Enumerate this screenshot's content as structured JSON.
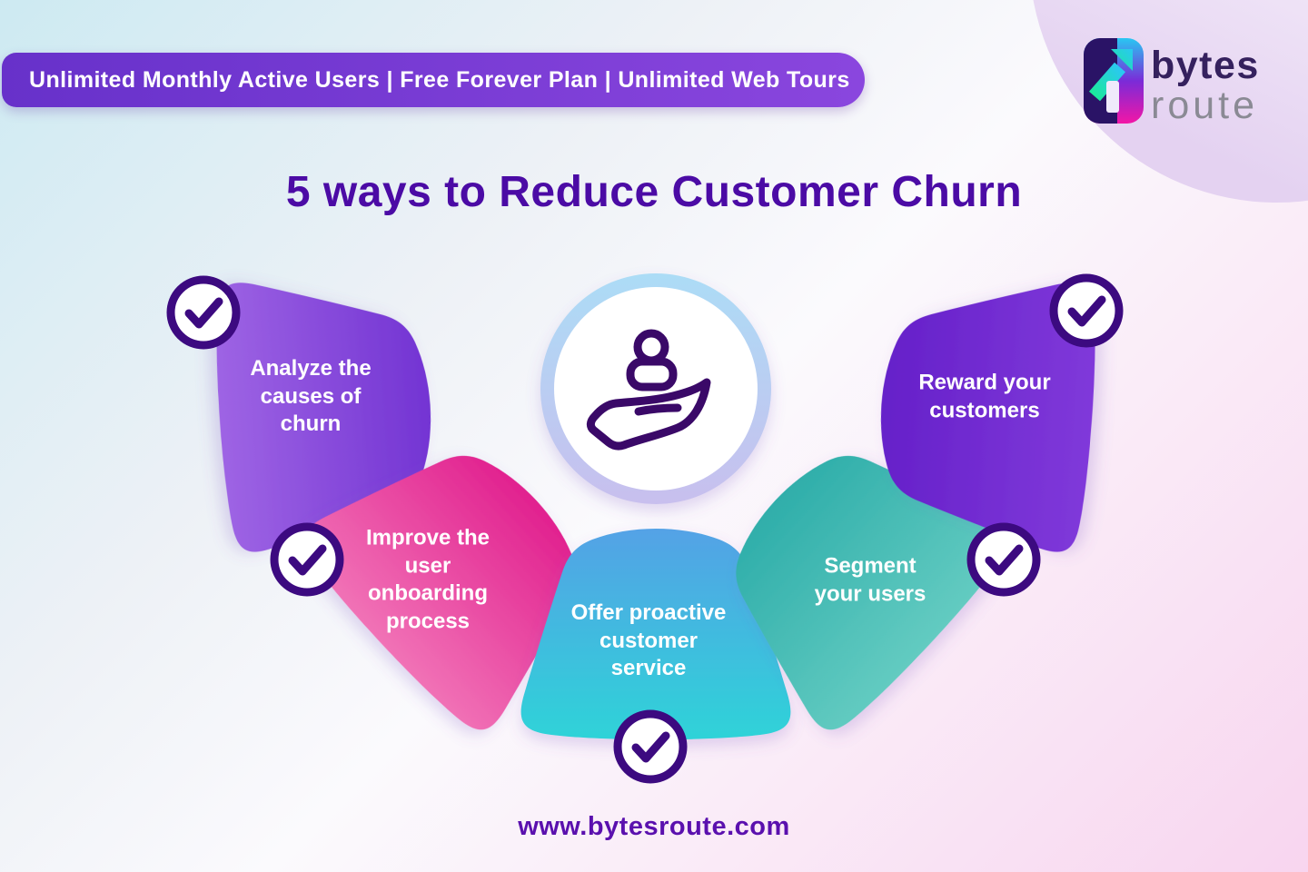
{
  "banner": {
    "text": "Unlimited Monthly Active Users | Free Forever Plan | Unlimited Web Tours"
  },
  "logo": {
    "word_top": "bytes",
    "word_bottom": "route"
  },
  "title": "5 ways to Reduce Customer Churn",
  "center": {
    "icon": "hand-holding-person"
  },
  "steps": [
    {
      "id": 1,
      "label": "Analyze the\ncauses of\nchurn",
      "color_inner": "#7334D3",
      "color_outer": "#9E64E4"
    },
    {
      "id": 2,
      "label": "Improve the\nuser\nonboarding\nprocess",
      "color_inner": "#E1218F",
      "color_outer": "#F172B6"
    },
    {
      "id": 3,
      "label": "Offer proactive\ncustomer\nservice",
      "color_inner": "#54A2E6",
      "color_outer": "#2ED3D8"
    },
    {
      "id": 4,
      "label": "Segment\nyour users",
      "color_inner": "#2FAEAA",
      "color_outer": "#63CBC1"
    },
    {
      "id": 5,
      "label": "Reward your\ncustomers",
      "color_inner": "#6520C9",
      "color_outer": "#8039DA"
    }
  ],
  "footer_url": "www.bytesroute.com",
  "theme": {
    "banner_from": "#6731CA",
    "banner_to": "#8A46DE",
    "title_color": "#4B0BA5",
    "url_color": "#5A10AE",
    "badge_color": "#3C0A80",
    "icon_color": "#3A0968",
    "ring_top": "#ACDCF6",
    "ring_bottom": "#C8BFEE"
  }
}
